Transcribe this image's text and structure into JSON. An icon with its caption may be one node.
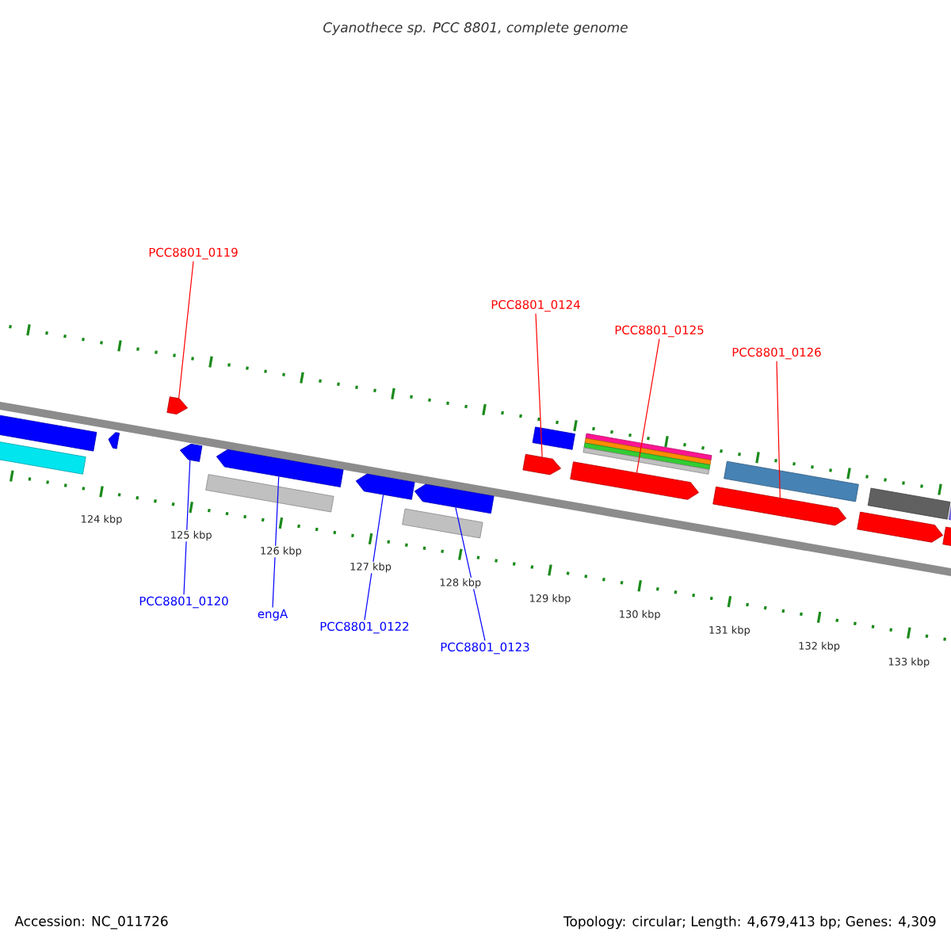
{
  "diagram": {
    "title": "Cyanothece sp. PCC 8801, complete genome",
    "nodes": [
      {
        "text": [
          "PCC8801_0119"
        ]
      },
      {
        "text": [
          "PCC8801_0120"
        ]
      },
      {
        "text": [
          "engA"
        ]
      },
      {
        "text": [
          "PCC8801_0122"
        ]
      },
      {
        "text": [
          "PCC8801_0123"
        ]
      },
      {
        "text": [
          "PCC8801_0124"
        ]
      },
      {
        "text": [
          "PCC8801_0125"
        ]
      },
      {
        "text": [
          "PCC8801_0126"
        ]
      },
      {
        "text": [],
        "shape": "bar"
      },
      {
        "text": [],
        "shape": "bar"
      },
      {
        "text": [],
        "shape": "arrow"
      },
      {
        "text": [],
        "shape": "arrow"
      },
      {
        "text": [],
        "shape": "arrow"
      },
      {
        "text": [],
        "shape": "bar"
      },
      {
        "text": [],
        "shape": "arrow"
      },
      {
        "text": [],
        "shape": "arrow"
      },
      {
        "text": [],
        "shape": "bar"
      },
      {
        "text": [],
        "shape": "arrow"
      },
      {
        "text": [],
        "shape": "bar"
      },
      {
        "text": [],
        "shape": "arrow"
      },
      {
        "text": [],
        "shape": "bar"
      },
      {
        "text": [],
        "shape": "bar"
      },
      {
        "text": [],
        "shape": "bar"
      },
      {
        "text": [],
        "shape": "bar"
      },
      {
        "text": [],
        "shape": "arrow"
      },
      {
        "text": [],
        "shape": "bar"
      },
      {
        "text": [],
        "shape": "arrow"
      },
      {
        "text": [],
        "shape": "bar"
      },
      {
        "text": [],
        "shape": "bar"
      },
      {
        "text": [],
        "shape": "arrow"
      },
      {
        "text": [],
        "shape": "bar"
      }
    ],
    "edges": [
      {
        "from": 0,
        "to": 11,
        "arrow": "none",
        "color": "#ff0000"
      },
      {
        "from": 1,
        "to": 12,
        "arrow": "none",
        "color": "#0000ff"
      },
      {
        "from": 2,
        "to": 14,
        "arrow": "none",
        "color": "#0000ff"
      },
      {
        "from": 3,
        "to": 15,
        "arrow": "none",
        "color": "#0000ff"
      },
      {
        "from": 4,
        "to": 17,
        "arrow": "none",
        "color": "#0000ff"
      },
      {
        "from": 5,
        "to": 19,
        "arrow": "none",
        "color": "#ff0000"
      },
      {
        "from": 6,
        "to": 24,
        "arrow": "none",
        "color": "#ff0000"
      },
      {
        "from": 7,
        "to": 26,
        "arrow": "none",
        "color": "#ff0000"
      }
    ],
    "labels": [
      "124 kbp",
      "125 kbp",
      "126 kbp",
      "127 kbp",
      "128 kbp",
      "129 kbp",
      "130 kbp",
      "131 kbp",
      "132 kbp",
      "133 kbp",
      "Accession: NC_011726",
      "Topology: circular; Length: 4,679,413 bp; Genes: 4,309"
    ]
  }
}
